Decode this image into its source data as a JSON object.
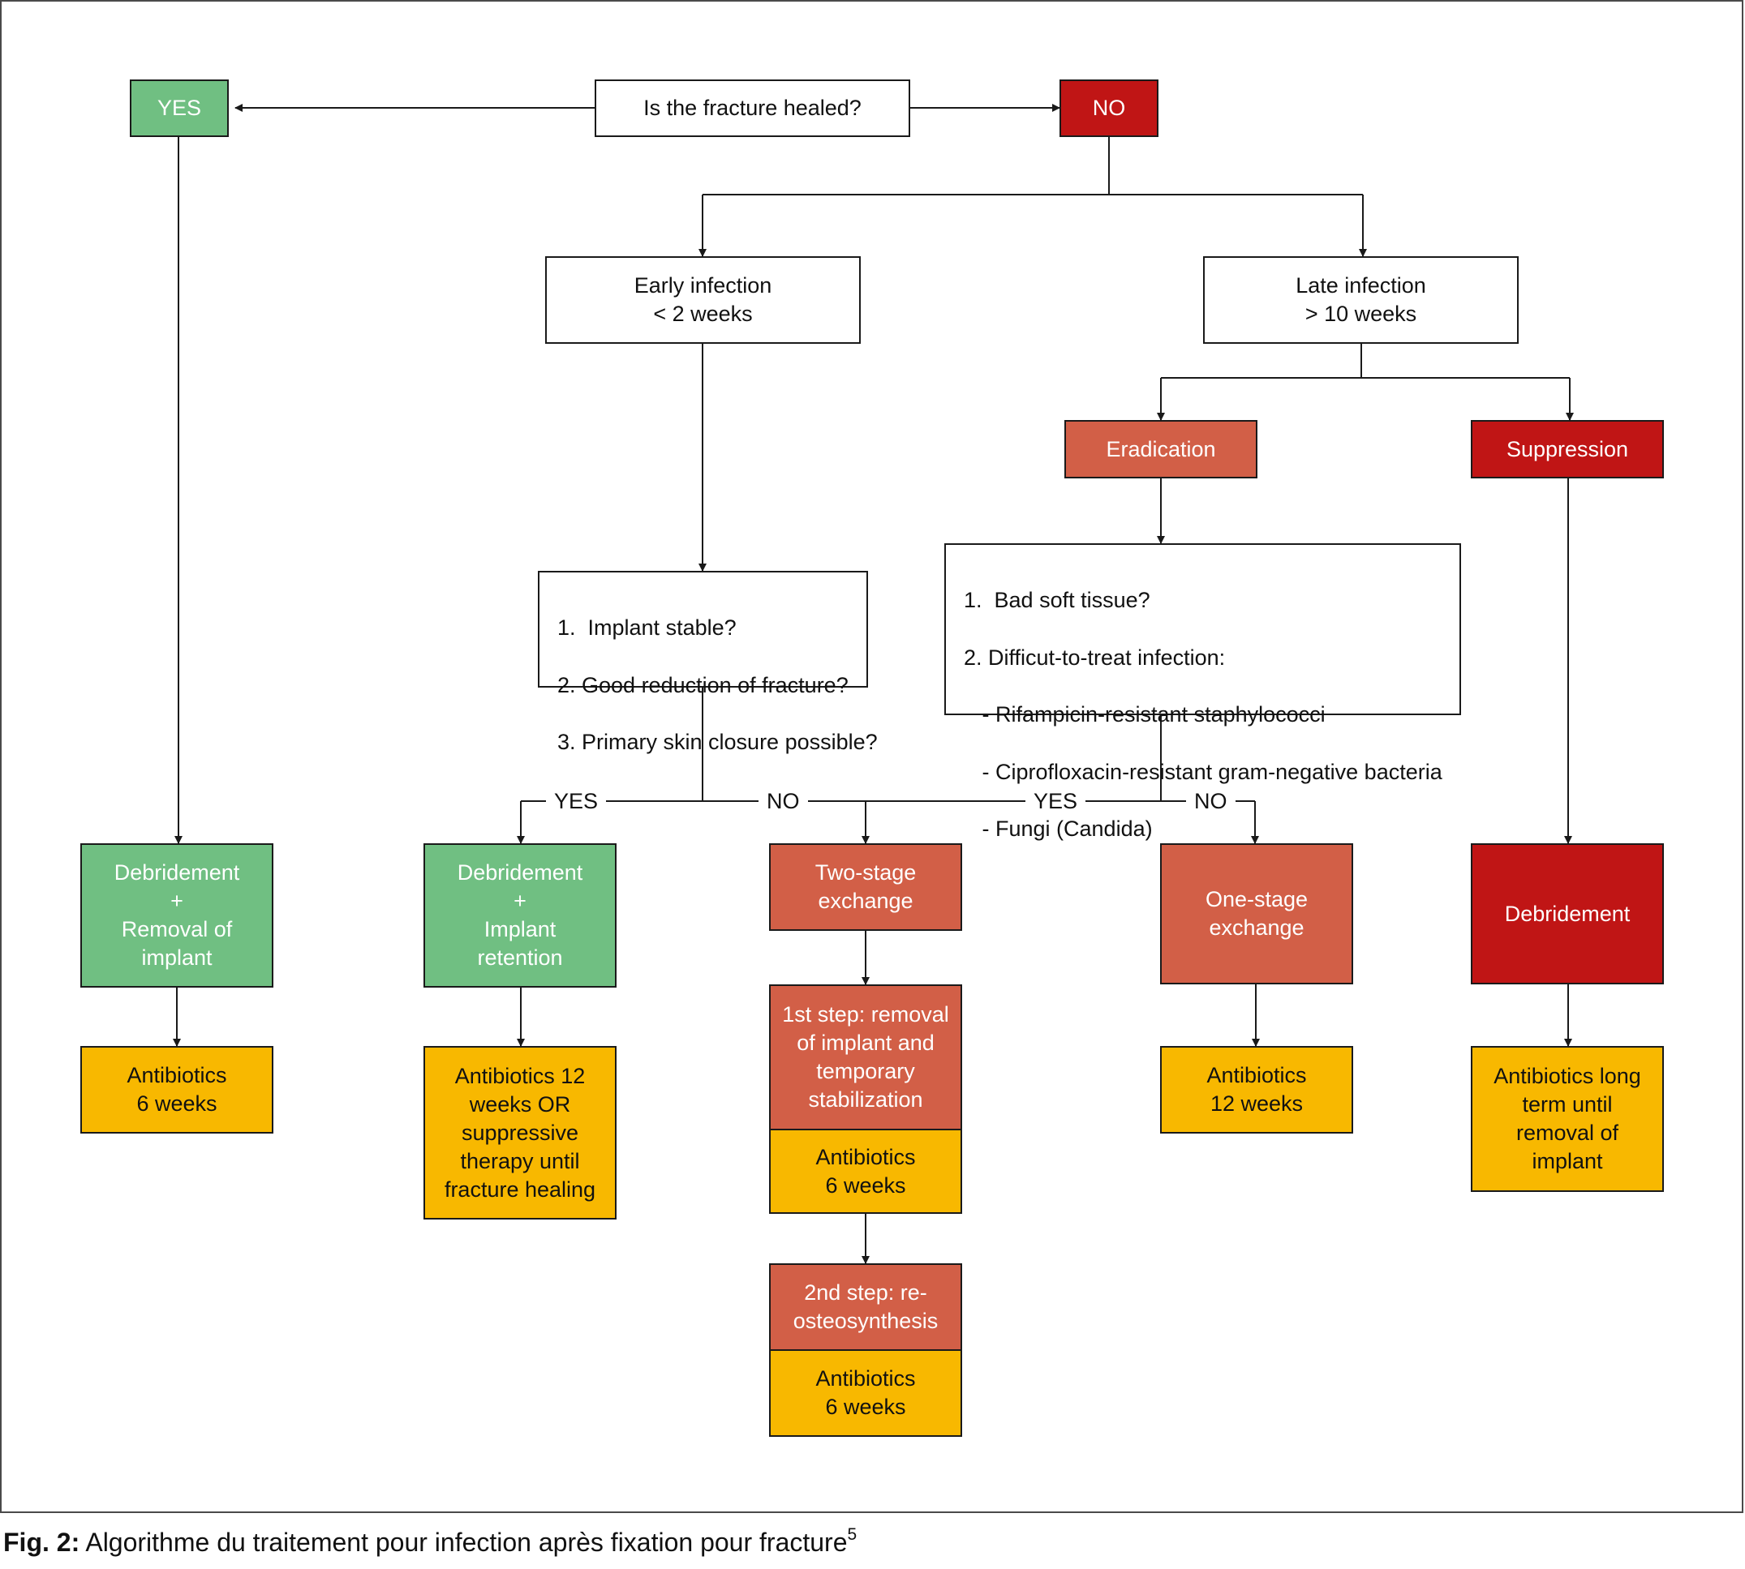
{
  "nodes": {
    "question": "Is the fracture healed?",
    "yes_healed": "YES",
    "no_healed": "NO",
    "early_infection": "Early infection\n< 2 weeks",
    "late_infection": "Late infection\n> 10 weeks",
    "eradication": "Eradication",
    "suppression": "Suppression",
    "early_criteria": [
      "1.  Implant stable?",
      "2. Good reduction of fracture?",
      "3. Primary skin closure possible?"
    ],
    "late_criteria": [
      "1.  Bad soft tissue?",
      "2. Difficut-to-treat infection:",
      "   - Rifampicin-resistant staphylococci",
      "   - Ciprofloxacin-resistant gram-negative bacteria",
      "   - Fungi (Candida)"
    ],
    "debridement_removal": "Debridement\n+\nRemoval of\nimplant",
    "debridement_retention": "Debridement\n+\nImplant\nretention",
    "two_stage": "Two-stage\nexchange",
    "one_stage": "One-stage\nexchange",
    "debridement": "Debridement",
    "step1": "1st step: removal\nof implant and\ntemporary\nstabilization",
    "step2": "2nd step: re-\nosteosynthesis",
    "abx_6w_a": "Antibiotics\n6 weeks",
    "abx_12w_or": "Antibiotics 12\nweeks OR\nsuppressive\ntherapy until\nfracture healing",
    "abx_6w_b": "Antibiotics\n6 weeks",
    "abx_6w_c": "Antibiotics\n6 weeks",
    "abx_12w": "Antibiotics\n12 weeks",
    "abx_long": "Antibiotics long\nterm until\nremoval of\nimplant"
  },
  "edge_labels": {
    "early_yes": "YES",
    "early_no": "NO",
    "late_yes": "YES",
    "late_no": "NO"
  },
  "caption": {
    "label": "Fig. 2:",
    "text": " Algorithme du traitement pour infection après fixation pour fracture",
    "ref": "5"
  },
  "colors": {
    "green": "#70bf82",
    "salmon": "#d25f47",
    "red": "#c01515",
    "amber": "#f8b800"
  }
}
